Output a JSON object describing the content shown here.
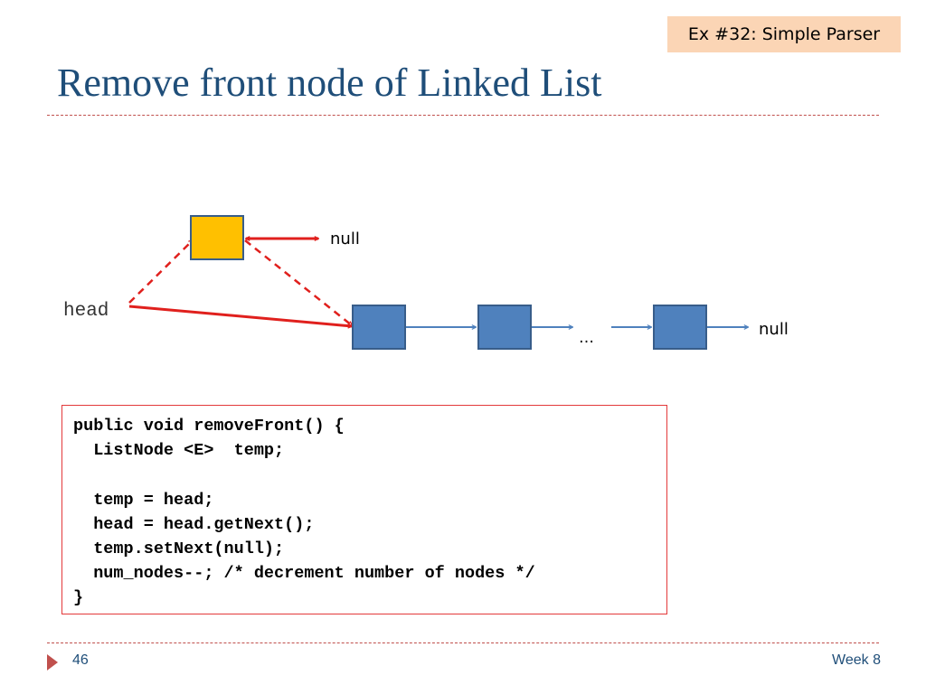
{
  "slide": {
    "badge": "Ex #32: Simple Parser",
    "title": "Remove front node of Linked List",
    "page_number": "46",
    "week": "Week 8"
  },
  "diagram": {
    "head_label": "head",
    "null_top": "null",
    "null_right": "null",
    "ellipsis": "…",
    "colors": {
      "removed_node": "#ffc000",
      "list_node": "#4f81bd",
      "red_arrow": "#e0201d",
      "blue_arrow": "#4f81bd"
    }
  },
  "code": {
    "lines": [
      "public void removeFront() {",
      "  ListNode <E>  temp;",
      "",
      "  temp = head;",
      "  head = head.getNext();",
      "  temp.setNext(null);",
      "  num_nodes--; /* decrement number of nodes */",
      "}"
    ]
  },
  "colors": {
    "title": "#1f4e79",
    "accent": "#c0504d",
    "badge_bg": "#fbd5b5"
  }
}
